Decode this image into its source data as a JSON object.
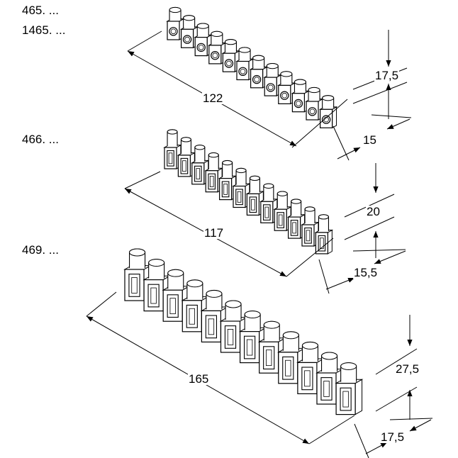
{
  "labels": {
    "code_465": "465. ...",
    "code_1465": "1465. ...",
    "code_466": "466. ...",
    "code_469": "469. ..."
  },
  "strips": [
    {
      "codes": [
        "465. ...",
        "1465. ..."
      ],
      "length": "122",
      "height": "17,5",
      "depth": "15",
      "positions": 12
    },
    {
      "codes": [
        "466. ..."
      ],
      "length": "117",
      "height": "20",
      "depth": "15,5",
      "positions": 12
    },
    {
      "codes": [
        "469. ..."
      ],
      "length": "165",
      "height": "27,5",
      "depth": "17,5",
      "positions": 12
    }
  ]
}
